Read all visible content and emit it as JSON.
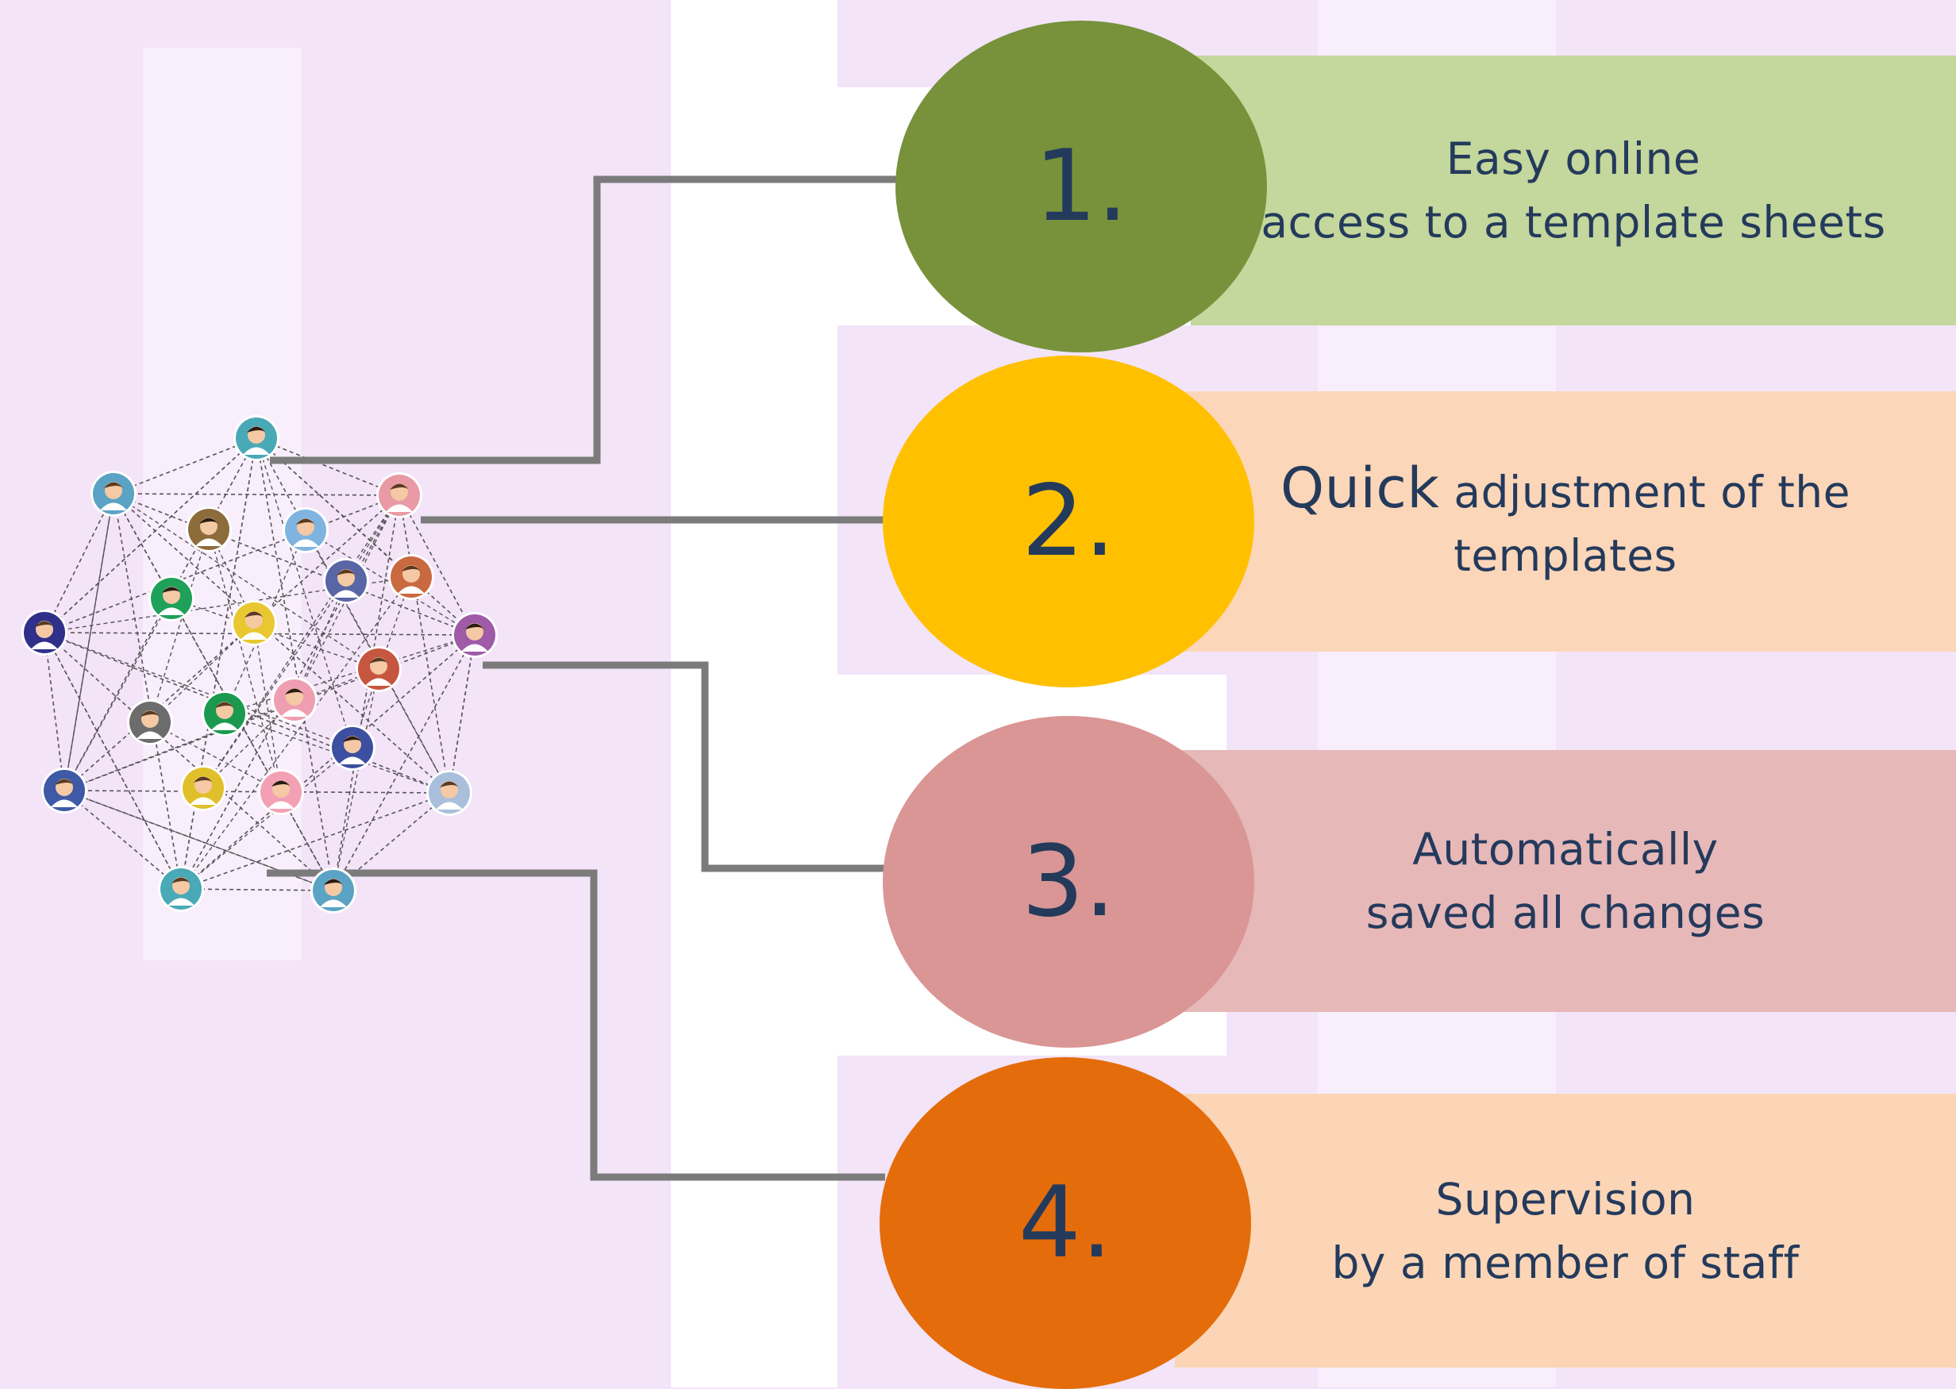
{
  "colors": {
    "background": "#f3e4f8",
    "connector": "#7b7b7b",
    "text": "#243a5c"
  },
  "items": [
    {
      "number": "1.",
      "line1": "Easy online",
      "line2": "access to a template sheets",
      "circle_color": "#77923b",
      "band_color": "#c4d79c"
    },
    {
      "number": "2.",
      "line1_strong": "Quick",
      "line1": " adjustment of the",
      "line2": "templates",
      "circle_color": "#ffc000",
      "band_color": "#fbd6b8"
    },
    {
      "number": "3.",
      "line1": "Automatically",
      "line2": "saved all changes",
      "circle_color": "#da9595",
      "band_color": "#e6b8b8"
    },
    {
      "number": "4.",
      "line1": "Supervision",
      "line2": "by a member of staff",
      "circle_color": "#e46c0a",
      "band_color": "#fbd5b6"
    }
  ],
  "network": {
    "icon": "person-avatar-icon",
    "avatar_colors": [
      "#4aa9b7",
      "#5ba3c4",
      "#e99aa5",
      "#8d6c3c",
      "#7fb4e0",
      "#c9693f",
      "#1fa15a",
      "#5966a5",
      "#e8c730",
      "#9f5aa8",
      "#30308a",
      "#c65640",
      "#ef9eb1",
      "#6c6c6c",
      "#1b9a4f",
      "#3d4fa0",
      "#3e59a5",
      "#e0c02a",
      "#f3a0b5",
      "#a9bfdc"
    ]
  }
}
